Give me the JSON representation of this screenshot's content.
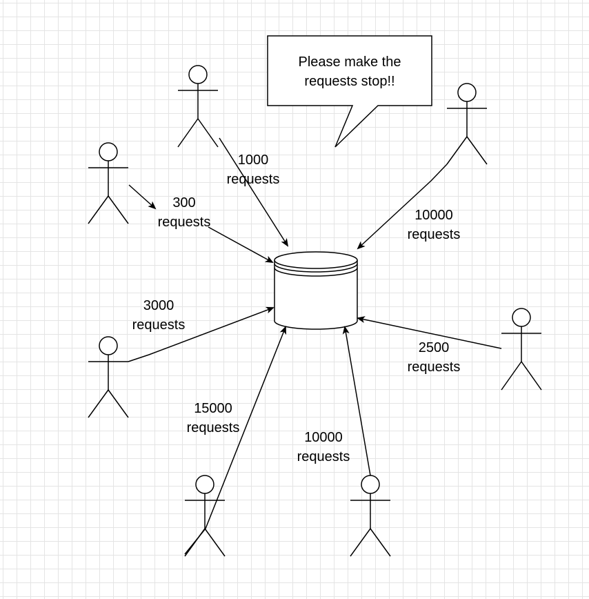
{
  "callout": {
    "line1": "Please make the",
    "line2": "requests stop!!"
  },
  "labels": {
    "top_1000": {
      "count": "1000",
      "unit": "requests"
    },
    "left_300": {
      "count": "300",
      "unit": "requests"
    },
    "right_10000": {
      "count": "10000",
      "unit": "requests"
    },
    "left_3000": {
      "count": "3000",
      "unit": "requests"
    },
    "right_2500": {
      "count": "2500",
      "unit": "requests"
    },
    "bottom_15000": {
      "count": "15000",
      "unit": "requests"
    },
    "bottom_10000": {
      "count": "10000",
      "unit": "requests"
    }
  },
  "colors": {
    "stroke": "#000000",
    "grid": "#e4e4e4",
    "background": "#ffffff"
  }
}
